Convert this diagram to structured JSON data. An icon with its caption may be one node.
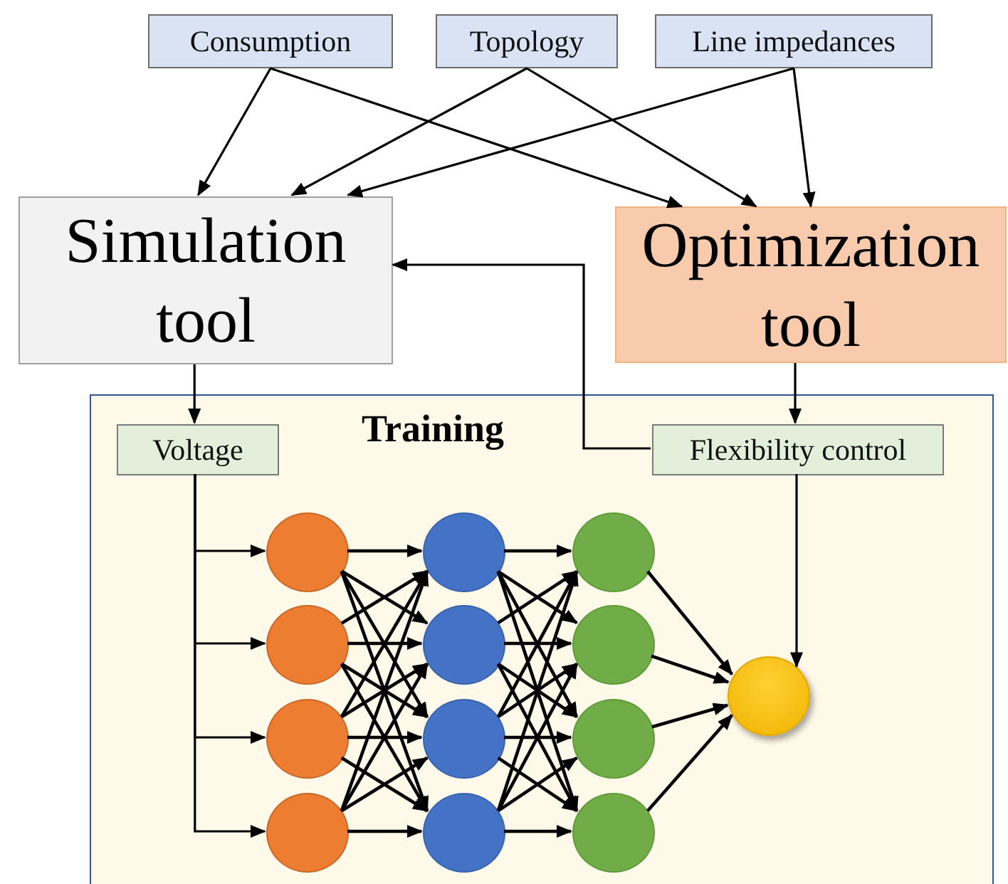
{
  "diagram": {
    "nodes": [
      {
        "text": [
          "Consumption"
        ]
      },
      {
        "text": [
          "Topology"
        ]
      },
      {
        "text": [
          "Line impedances"
        ]
      },
      {
        "text": [
          "Simulation tool"
        ]
      },
      {
        "text": [
          "Optimization tool"
        ]
      },
      {
        "text": [
          "Training"
        ]
      },
      {
        "text": [
          "Voltage"
        ],
        "in": 5
      },
      {
        "text": [
          "Flexibility control"
        ],
        "in": 5
      },
      {
        "text": [],
        "shape": "circle",
        "in": 5
      },
      {
        "text": [],
        "shape": "circle",
        "in": 5
      },
      {
        "text": [],
        "shape": "circle",
        "in": 5
      },
      {
        "text": [],
        "shape": "circle",
        "in": 5
      },
      {
        "text": [],
        "shape": "circle",
        "in": 5
      },
      {
        "text": [],
        "shape": "circle",
        "in": 5
      },
      {
        "text": [],
        "shape": "circle",
        "in": 5
      },
      {
        "text": [],
        "shape": "circle",
        "in": 5
      },
      {
        "text": [],
        "shape": "circle",
        "in": 5
      },
      {
        "text": [],
        "shape": "circle",
        "in": 5
      },
      {
        "text": [],
        "shape": "circle",
        "in": 5
      },
      {
        "text": [],
        "shape": "circle",
        "in": 5
      },
      {
        "text": [],
        "shape": "circle",
        "in": 5
      }
    ],
    "edges": [
      {
        "from": 0,
        "to": 3,
        "arrow": "to"
      },
      {
        "from": 0,
        "to": 4,
        "arrow": "to"
      },
      {
        "from": 1,
        "to": 3,
        "arrow": "to"
      },
      {
        "from": 1,
        "to": 4,
        "arrow": "to"
      },
      {
        "from": 2,
        "to": 3,
        "arrow": "to"
      },
      {
        "from": 2,
        "to": 4,
        "arrow": "to"
      },
      {
        "from": 3,
        "to": 6,
        "arrow": "to"
      },
      {
        "from": 4,
        "to": 7,
        "arrow": "to"
      },
      {
        "from": 7,
        "to": 3,
        "arrow": "to"
      },
      {
        "from": 6,
        "to": 8,
        "arrow": "to"
      },
      {
        "from": 6,
        "to": 9,
        "arrow": "to"
      },
      {
        "from": 6,
        "to": 10,
        "arrow": "to"
      },
      {
        "from": 6,
        "to": 11,
        "arrow": "to"
      },
      {
        "from": 7,
        "to": 20,
        "arrow": "to"
      },
      {
        "from": 8,
        "to": 12,
        "arrow": "to"
      },
      {
        "from": 8,
        "to": 13,
        "arrow": "to"
      },
      {
        "from": 8,
        "to": 14,
        "arrow": "to"
      },
      {
        "from": 8,
        "to": 15,
        "arrow": "to"
      },
      {
        "from": 9,
        "to": 12,
        "arrow": "to"
      },
      {
        "from": 9,
        "to": 13,
        "arrow": "to"
      },
      {
        "from": 9,
        "to": 14,
        "arrow": "to"
      },
      {
        "from": 9,
        "to": 15,
        "arrow": "to"
      },
      {
        "from": 10,
        "to": 12,
        "arrow": "to"
      },
      {
        "from": 10,
        "to": 13,
        "arrow": "to"
      },
      {
        "from": 10,
        "to": 14,
        "arrow": "to"
      },
      {
        "from": 10,
        "to": 15,
        "arrow": "to"
      },
      {
        "from": 11,
        "to": 12,
        "arrow": "to"
      },
      {
        "from": 11,
        "to": 13,
        "arrow": "to"
      },
      {
        "from": 11,
        "to": 14,
        "arrow": "to"
      },
      {
        "from": 11,
        "to": 15,
        "arrow": "to"
      },
      {
        "from": 12,
        "to": 16,
        "arrow": "to"
      },
      {
        "from": 12,
        "to": 17,
        "arrow": "to"
      },
      {
        "from": 12,
        "to": 18,
        "arrow": "to"
      },
      {
        "from": 12,
        "to": 19,
        "arrow": "to"
      },
      {
        "from": 13,
        "to": 16,
        "arrow": "to"
      },
      {
        "from": 13,
        "to": 17,
        "arrow": "to"
      },
      {
        "from": 13,
        "to": 18,
        "arrow": "to"
      },
      {
        "from": 13,
        "to": 19,
        "arrow": "to"
      },
      {
        "from": 14,
        "to": 16,
        "arrow": "to"
      },
      {
        "from": 14,
        "to": 17,
        "arrow": "to"
      },
      {
        "from": 14,
        "to": 18,
        "arrow": "to"
      },
      {
        "from": 14,
        "to": 19,
        "arrow": "to"
      },
      {
        "from": 15,
        "to": 16,
        "arrow": "to"
      },
      {
        "from": 15,
        "to": 17,
        "arrow": "to"
      },
      {
        "from": 15,
        "to": 18,
        "arrow": "to"
      },
      {
        "from": 15,
        "to": 19,
        "arrow": "to"
      },
      {
        "from": 16,
        "to": 20,
        "arrow": "to"
      },
      {
        "from": 17,
        "to": 20,
        "arrow": "to"
      },
      {
        "from": 18,
        "to": 20,
        "arrow": "to"
      },
      {
        "from": 19,
        "to": 20,
        "arrow": "to"
      }
    ]
  }
}
